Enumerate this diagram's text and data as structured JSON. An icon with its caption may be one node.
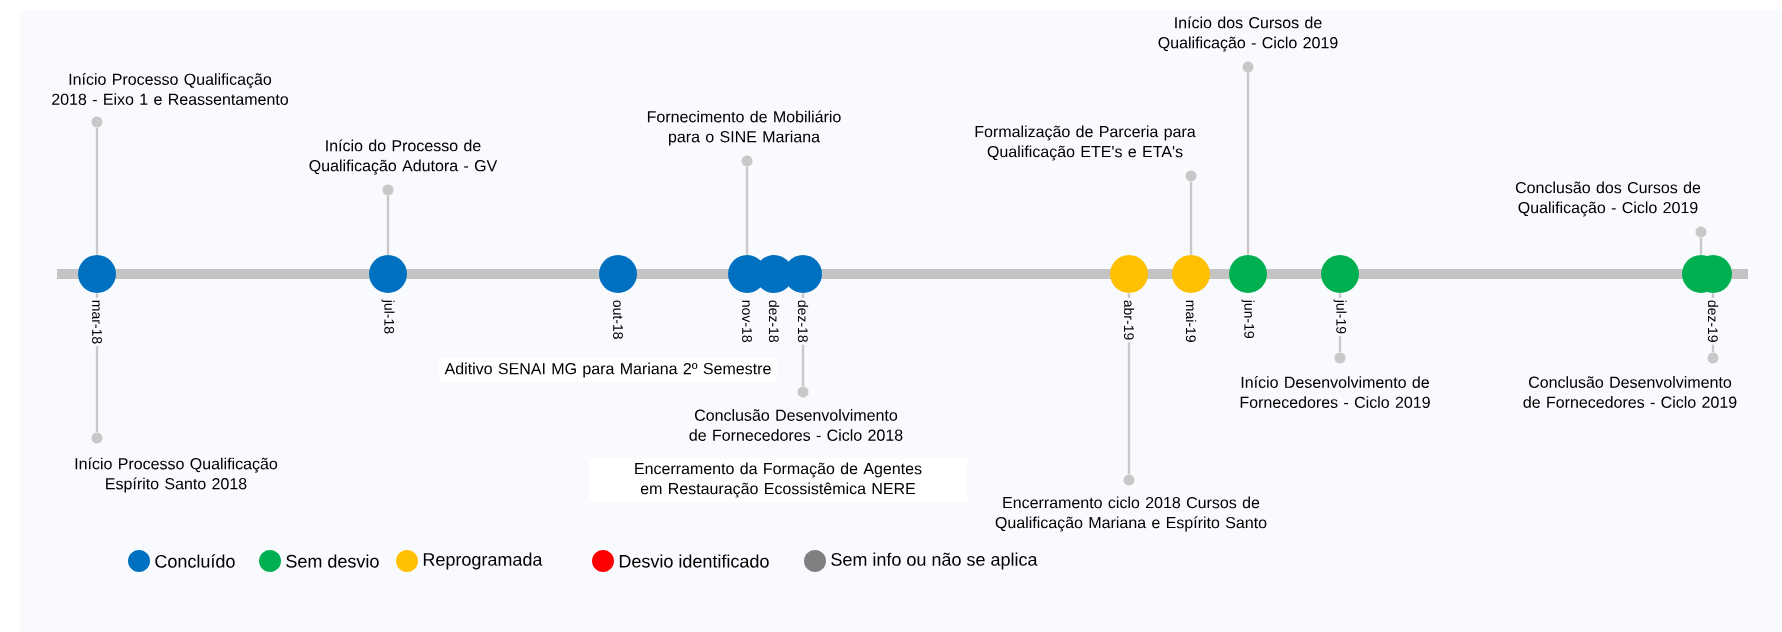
{
  "diagram": {
    "nodes": [
      {
        "text": [
          "mar-18"
        ]
      },
      {
        "text": [
          "jul-18"
        ]
      },
      {
        "text": [
          "out-18"
        ]
      },
      {
        "text": [
          "nov-18"
        ]
      },
      {
        "text": [
          "dez-18"
        ]
      },
      {
        "text": [
          "dez-18"
        ]
      },
      {
        "text": [
          "abr-19"
        ]
      },
      {
        "text": [
          "mai-19"
        ]
      },
      {
        "text": [
          "jun-19"
        ]
      },
      {
        "text": [
          "jul-19"
        ]
      },
      {
        "text": [],
        "shape": "circle"
      },
      {
        "text": [
          "dez-19"
        ]
      },
      {
        "text": [],
        "shape": "circle",
        "beside": [
          "Início Processo Qualificação 2018 - Eixo 1 e Reassentamento"
        ]
      },
      {
        "text": [],
        "shape": "circle",
        "beside": [
          "Início Processo Qualificação Espírito Santo 2018"
        ]
      },
      {
        "text": [],
        "shape": "circle",
        "beside": [
          "Início do Processo de Qualificação Adutora - GV"
        ]
      },
      {
        "text": [],
        "shape": "circle",
        "beside": [
          "Fornecimento de Mobiliário para o SINE Mariana"
        ]
      },
      {
        "text": [
          "Aditivo SENAI MG para Mariana 2º Semestre"
        ]
      },
      {
        "text": [],
        "shape": "circle",
        "beside": [
          "Conclusão Desenvolvimento de Fornecedores - Ciclo 2018"
        ]
      },
      {
        "text": [
          "Encerramento da Formação de Agentes em Restauração Ecossistêmica NERE"
        ]
      },
      {
        "text": [],
        "shape": "circle",
        "beside": [
          "Encerramento ciclo 2018 Cursos de Qualificação Mariana e Espírito Santo"
        ]
      },
      {
        "text": [],
        "shape": "circle",
        "beside": [
          "Formalização de Parceria para Qualificação ETE's e ETA's"
        ]
      },
      {
        "text": [],
        "shape": "circle",
        "beside": [
          "Início dos Cursos de Qualificação - Ciclo 2019"
        ]
      },
      {
        "text": [],
        "shape": "circle",
        "beside": [
          "Início Desenvolvimento de Fornecedores - Ciclo 2019"
        ]
      },
      {
        "text": [],
        "shape": "circle",
        "beside": [
          "Conclusão dos Cursos de Qualificação - Ciclo 2019"
        ]
      },
      {
        "text": [],
        "shape": "circle",
        "beside": [
          "Conclusão Desenvolvimento de Fornecedores - Ciclo 2019"
        ]
      }
    ],
    "edges": [
      {
        "from": 0,
        "to": 12,
        "arrow": "none"
      },
      {
        "from": 0,
        "to": 13,
        "arrow": "none"
      },
      {
        "from": 1,
        "to": 14,
        "arrow": "none"
      },
      {
        "from": 3,
        "to": 15,
        "arrow": "none"
      },
      {
        "from": 5,
        "to": 17,
        "arrow": "none"
      },
      {
        "from": 6,
        "to": 19,
        "arrow": "none"
      },
      {
        "from": 7,
        "to": 20,
        "arrow": "none"
      },
      {
        "from": 8,
        "to": 21,
        "arrow": "none"
      },
      {
        "from": 9,
        "to": 22,
        "arrow": "none"
      },
      {
        "from": 10,
        "to": 23,
        "arrow": "none"
      },
      {
        "from": 11,
        "to": 24,
        "arrow": "none"
      }
    ],
    "legend": [
      {
        "text": "Concluído",
        "color": "#0070c0"
      },
      {
        "text": "Sem desvio",
        "color": "#00b050"
      },
      {
        "text": "Reprogramada",
        "color": "#ffc000"
      },
      {
        "text": "Desvio identificado",
        "color": "#ff0000"
      },
      {
        "text": "Sem info ou não se aplica",
        "color": "#808080"
      }
    ]
  }
}
